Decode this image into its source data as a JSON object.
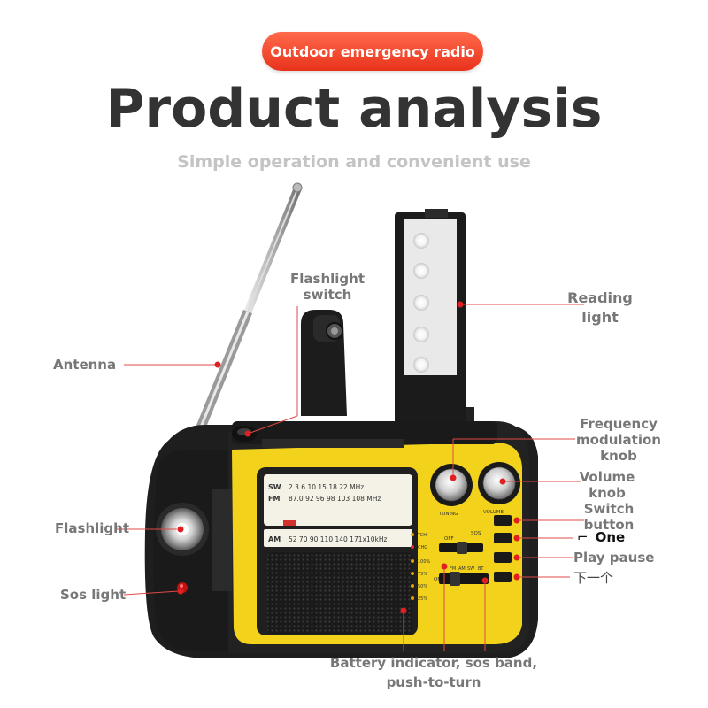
{
  "header": {
    "badge": "Outdoor emergency radio",
    "title": "Product analysis",
    "subtitle": "Simple operation and convenient use"
  },
  "labels": {
    "flashlight_switch_1": "Flashlight",
    "flashlight_switch_2": "switch",
    "reading_light_1": "Reading",
    "reading_light_2": "light",
    "antenna": "Antenna",
    "freq_1": "Frequency",
    "freq_2": "modulation",
    "freq_3": "knob",
    "volume_1": "Volume",
    "volume_2": "knob",
    "switch_1": "Switch",
    "switch_2": "button",
    "one": "One",
    "one_prefix": "⌐",
    "play_pause": "Play pause",
    "next": "下一个",
    "flashlight": "Flashlight",
    "sos_light": "Sos light",
    "battery_1": "Battery indicator, sos band,",
    "battery_2": "push-to-turn"
  },
  "dial": {
    "sw_label": "SW",
    "sw_values": "2.3    6    10    15    18    22 MHz",
    "fm_label": "FM",
    "fm_values": "87.0   92   96  98   103   108 MHz",
    "am_label": "AM",
    "am_values": "52   70   90   110   140    171x10kHz"
  },
  "panel": {
    "tuning": "TUNING",
    "volume": "VOLUME",
    "off": "OFF",
    "sos": "SOS",
    "fm": "FM",
    "am": "AM",
    "sw": "SW",
    "bt": "BT",
    "levels": [
      "TCH",
      "CHG",
      "100%",
      "75%",
      "50%",
      "25%"
    ]
  },
  "colors": {
    "body_yellow": "#f2d21a",
    "body_black": "#1e1e1e",
    "pointer_line": "#e04848",
    "badge_red": "#ee4528"
  }
}
